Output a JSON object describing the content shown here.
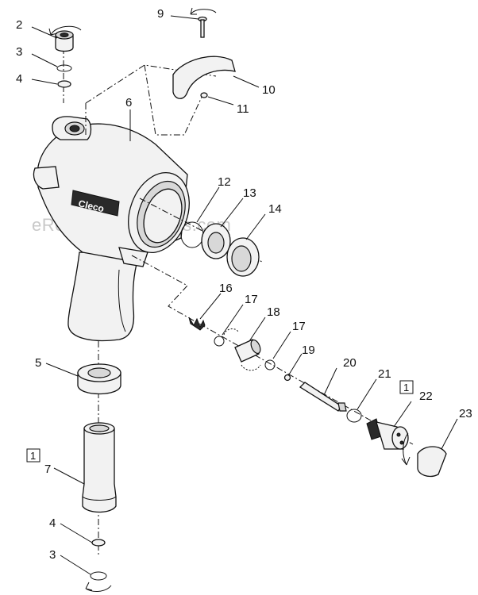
{
  "watermark": "eReplacementParts.com",
  "brand": "Cleco",
  "reference_mark": "1",
  "callouts": [
    "2",
    "3",
    "4",
    "9",
    "10",
    "11",
    "6",
    "12",
    "13",
    "14",
    "16",
    "17",
    "18",
    "17",
    "19",
    "20",
    "21",
    "22",
    "23",
    "5",
    "7",
    "4",
    "3"
  ]
}
